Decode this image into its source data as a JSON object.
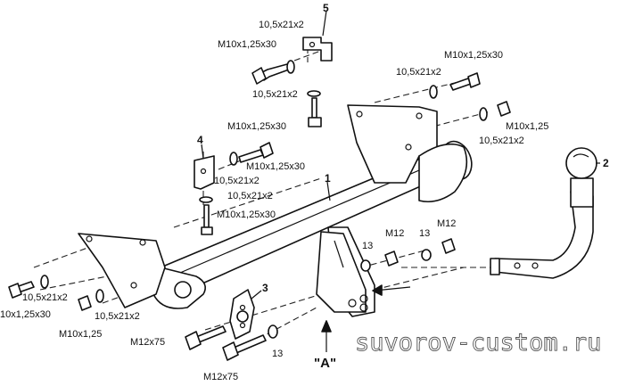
{
  "parts": {
    "crossbar": "1",
    "ball_mount": "2",
    "socket_plate": "3",
    "bracket_left": "4",
    "bracket_top": "5"
  },
  "fasteners": {
    "washer": "10,5x21x2",
    "bolt_m10x30": "M10x1,25x30",
    "bolt_m10x30_cut": "10x1,25x30",
    "nut_m10": "M10x1,25",
    "nut_m10_short": "M10x1,25",
    "nut_m12": "M12",
    "bolt_m12x75": "M12x75",
    "washer_13": "13"
  },
  "view_label": "\"A\"",
  "watermark": "suvorov-custom.ru"
}
